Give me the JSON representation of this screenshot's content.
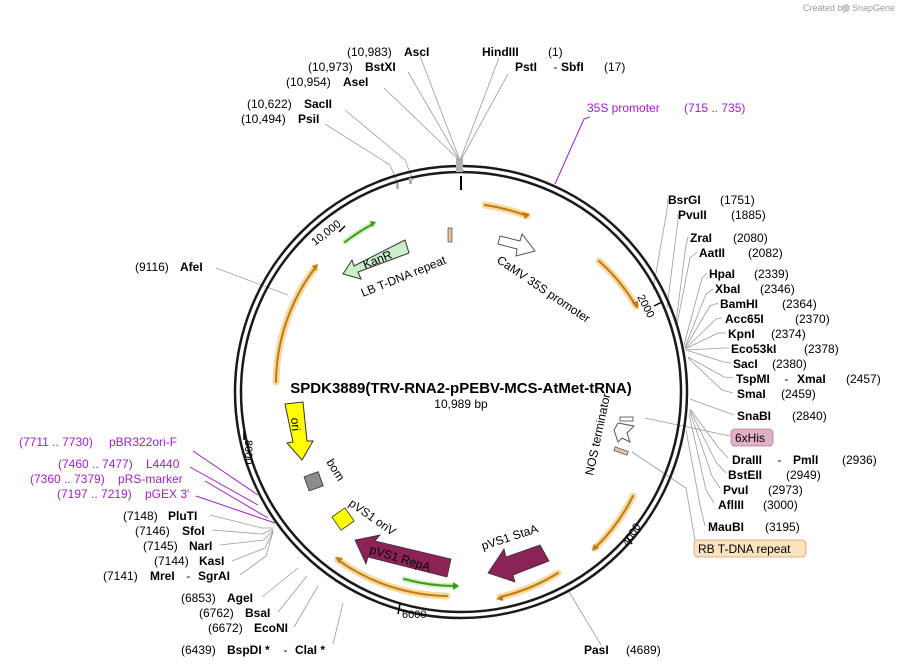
{
  "credit": "Created by",
  "brand": "SnapGene",
  "plasmid": {
    "name": "SPDK3889(TRV-RNA2-pPEBV-MCS-AtMet-tRNA)",
    "length": "10,989 bp"
  },
  "ticks": [
    "2000",
    "4000",
    "6000",
    "8000",
    "10,000"
  ],
  "features": {
    "camv": "CaMV 35S promoter",
    "lb": "LB T-DNA repeat",
    "kanr": "KanR",
    "nos": "NOS terminator",
    "ori": "ori",
    "bom": "bom",
    "pvs1_oriv": "pVS1 oriV",
    "pvs1_repa": "pVS1 RepA",
    "pvs1_staa": "pVS1 StaA",
    "his": "6xHis",
    "rb": "RB T-DNA repeat"
  },
  "sites_right": [
    {
      "enz": "HindIII",
      "pos": "(1)"
    },
    {
      "enz": "PstI",
      "sep": " - ",
      "enz2": "SbfI",
      "pos": "(17)"
    },
    {
      "enz": "BsrGI",
      "pos": "(1751)"
    },
    {
      "enz": "PvuII",
      "pos": "(1885)"
    },
    {
      "enz": "ZraI",
      "pos": "(2080)"
    },
    {
      "enz": "AatII",
      "pos": "(2082)"
    },
    {
      "enz": "HpaI",
      "pos": "(2339)"
    },
    {
      "enz": "XbaI",
      "pos": "(2346)"
    },
    {
      "enz": "BamHI",
      "pos": "(2364)"
    },
    {
      "enz": "Acc65I",
      "pos": "(2370)"
    },
    {
      "enz": "KpnI",
      "pos": "(2374)"
    },
    {
      "enz": "Eco53kI",
      "pos": "(2378)"
    },
    {
      "enz": "SacI",
      "pos": "(2380)"
    },
    {
      "enz": "TspMI",
      "sep": " - ",
      "enz2": "XmaI",
      "pos": "(2457)"
    },
    {
      "enz": "SmaI",
      "pos": "(2459)"
    },
    {
      "enz": "SnaBI",
      "pos": "(2840)"
    },
    {
      "enz": "DraIII",
      "sep": " - ",
      "enz2": "PmlI",
      "pos": "(2936)"
    },
    {
      "enz": "BstEII",
      "pos": "(2949)"
    },
    {
      "enz": "PvuI",
      "pos": "(2973)"
    },
    {
      "enz": "AflIII",
      "pos": "(3000)"
    },
    {
      "enz": "MauBI",
      "pos": "(3195)"
    },
    {
      "enz": "PasI",
      "pos": "(4689)"
    }
  ],
  "sites_left": [
    {
      "pos": "(10,983)",
      "enz": "AscI"
    },
    {
      "pos": "(10,973)",
      "enz": "BstXI"
    },
    {
      "pos": "(10,954)",
      "enz": "AseI"
    },
    {
      "pos": "(10,622)",
      "enz": "SacII"
    },
    {
      "pos": "(10,494)",
      "enz": "PsiI"
    },
    {
      "pos": "(9116)",
      "enz": "AfeI"
    },
    {
      "pos": "(7148)",
      "enz": "PluTI"
    },
    {
      "pos": "(7146)",
      "enz": "SfoI"
    },
    {
      "pos": "(7145)",
      "enz": "NarI"
    },
    {
      "pos": "(7144)",
      "enz": "KasI"
    },
    {
      "pos": "(7141)",
      "enz": "MreI",
      "sep": " - ",
      "enz2": "SgrAI"
    },
    {
      "pos": "(6853)",
      "enz": "AgeI"
    },
    {
      "pos": "(6762)",
      "enz": "BsaI"
    },
    {
      "pos": "(6672)",
      "enz": "EcoNI"
    },
    {
      "pos": "(6439)",
      "enz": "BspDI *",
      "sep": " - ",
      "enz2": "ClaI *"
    }
  ],
  "primers": [
    {
      "name": "35S promoter",
      "pos": "(715 .. 735)"
    },
    {
      "pos": "(7711 .. 7730)",
      "name": "pBR322ori-F"
    },
    {
      "pos": "(7460 .. 7477)",
      "name": "L4440"
    },
    {
      "pos": "(7360 .. 7379)",
      "name": "pRS-marker"
    },
    {
      "pos": "(7197 .. 7219)",
      "name": "pGEX 3'"
    }
  ],
  "colors": {
    "kanr": "#c9f0c9",
    "nos": "#ffffff",
    "ori": "#ffff00",
    "bom": "#8c8c8c",
    "oriv": "#ffff00",
    "repa": "#8b2356",
    "staa": "#8b2356",
    "his": "#e0b0c8",
    "rb": "#fde2c0",
    "orf": "#e8a020",
    "primer": "#a020c8",
    "green_orf": "#3a9a20"
  }
}
